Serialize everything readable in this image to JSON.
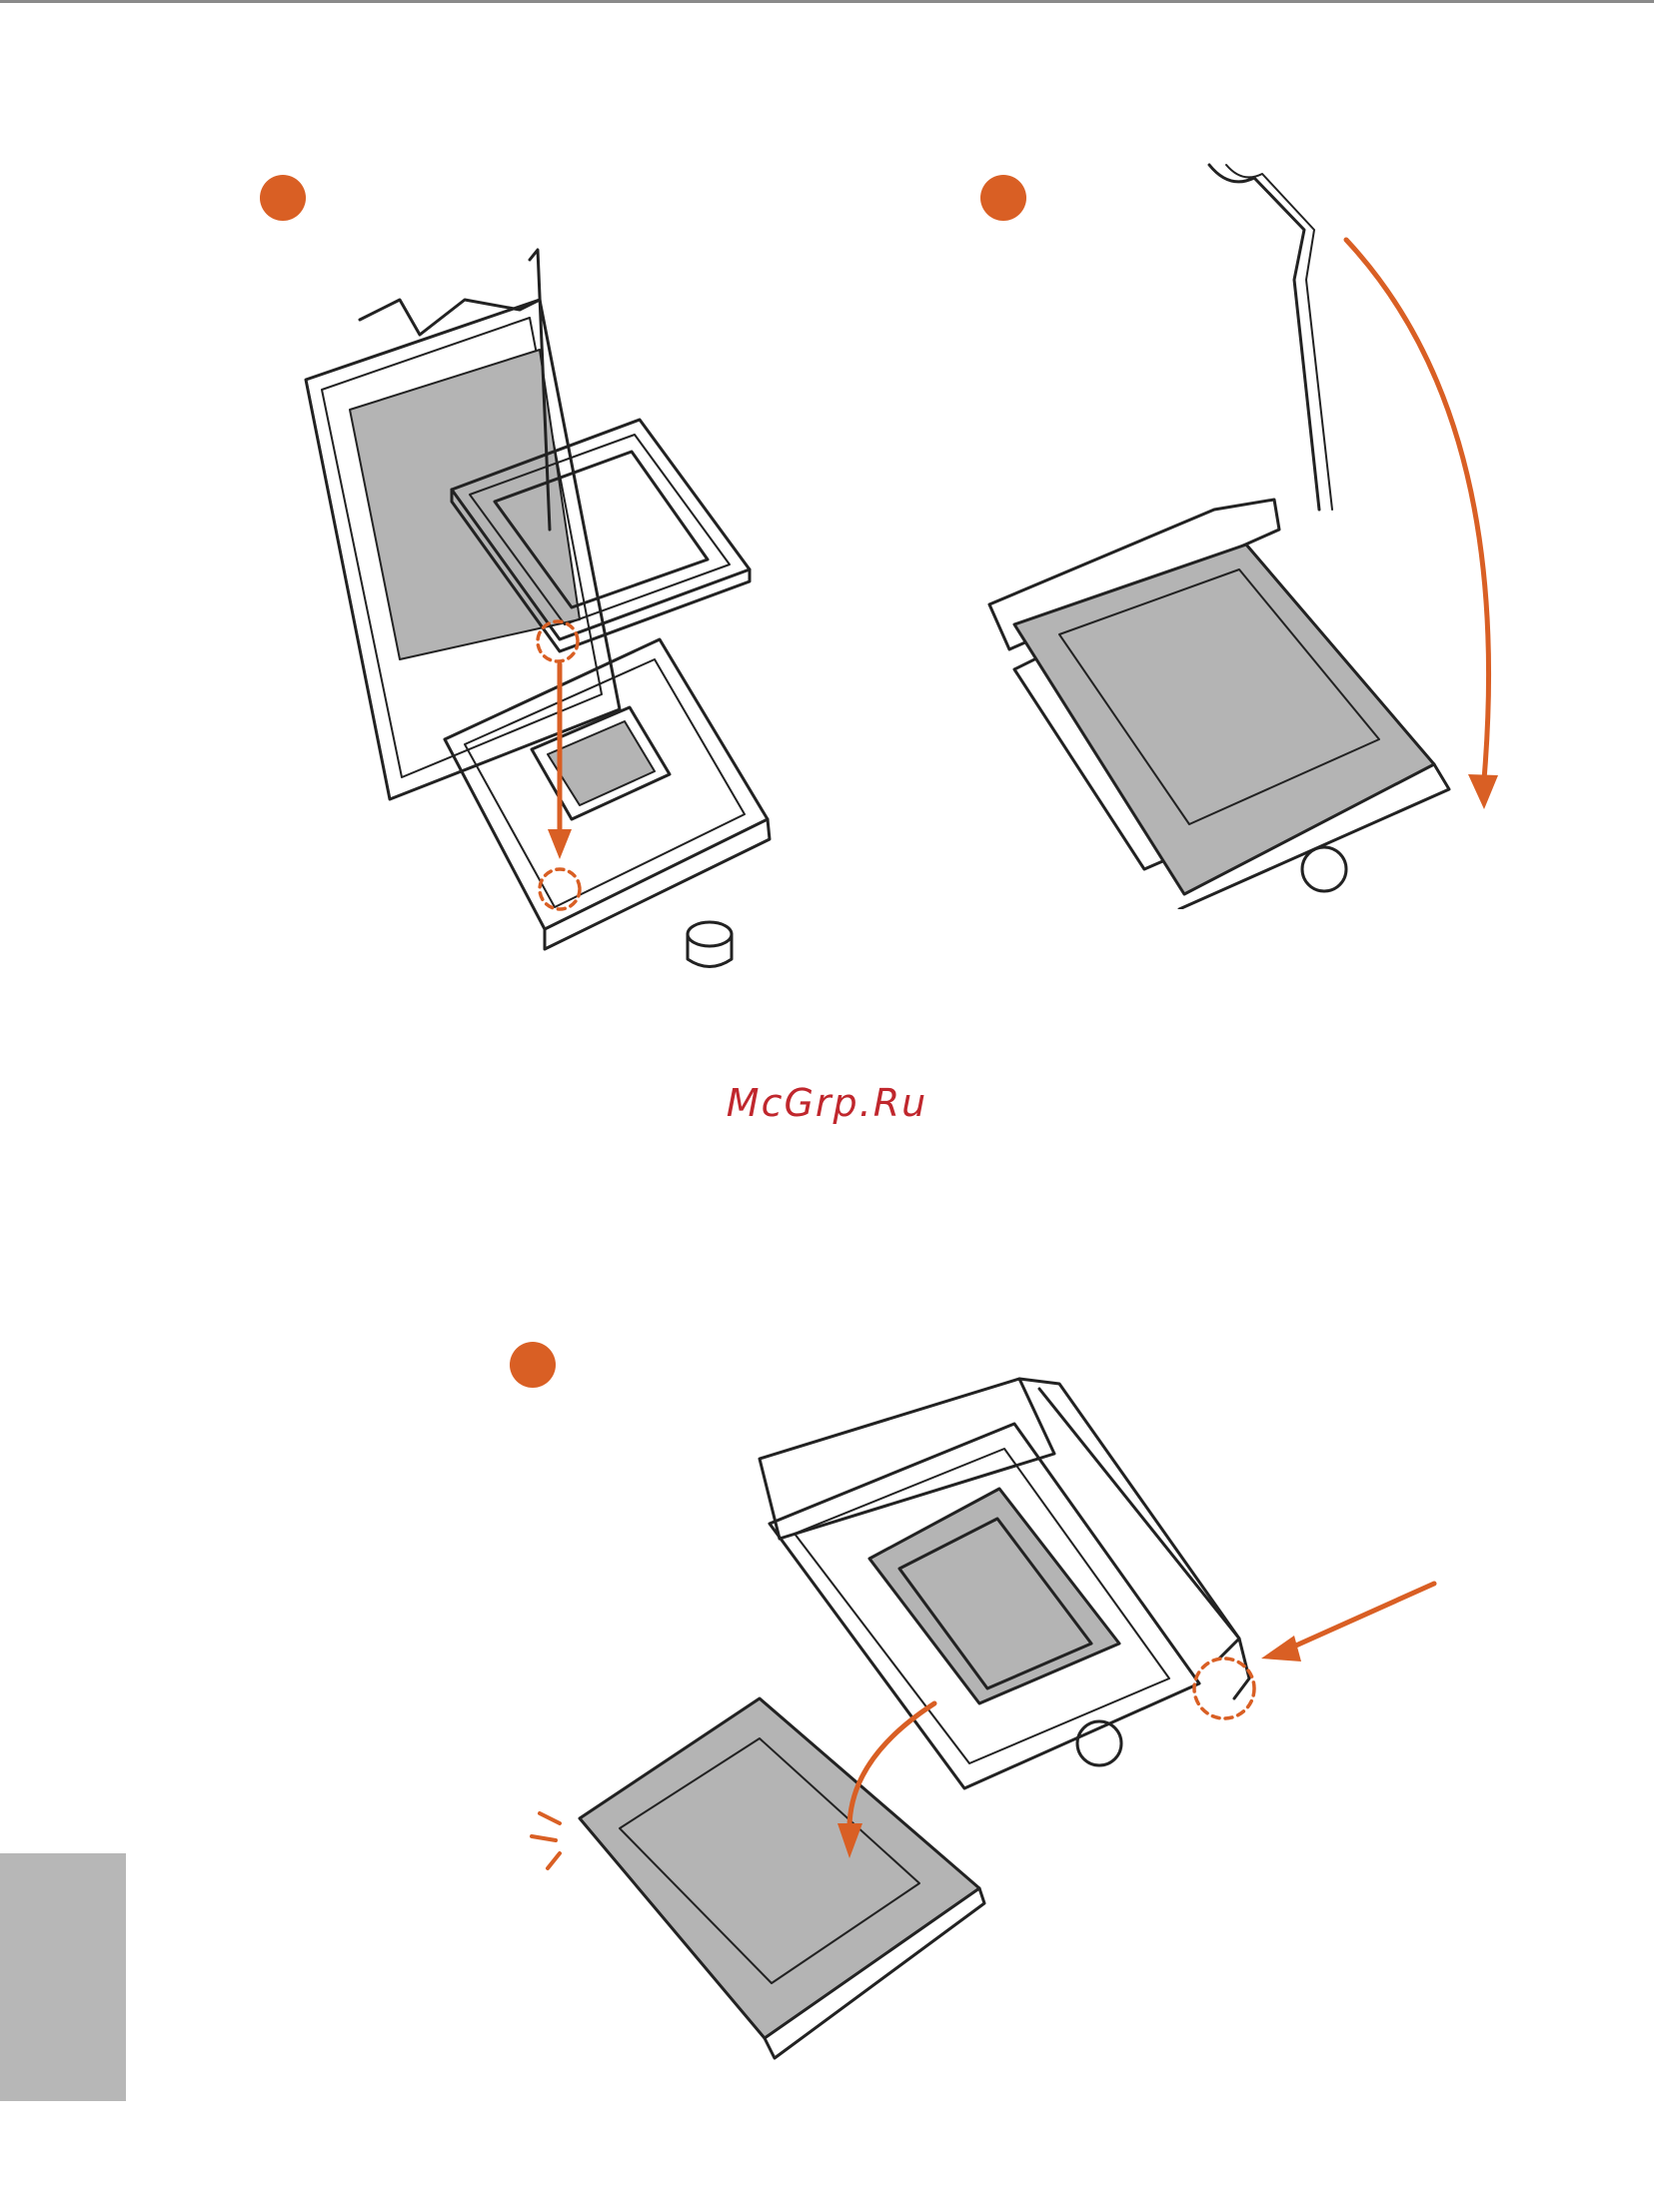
{
  "watermark": {
    "text": "McGrp.Ru"
  },
  "colors": {
    "accent": "#d95f24",
    "line": "#222222",
    "fill_gray": "#b4b4b4",
    "watermark": "#c0272d",
    "tab_gray": "#b7b7b7"
  },
  "steps": [
    {
      "icon": "step-marker-circle"
    },
    {
      "icon": "step-marker-circle"
    },
    {
      "icon": "step-marker-circle"
    }
  ]
}
